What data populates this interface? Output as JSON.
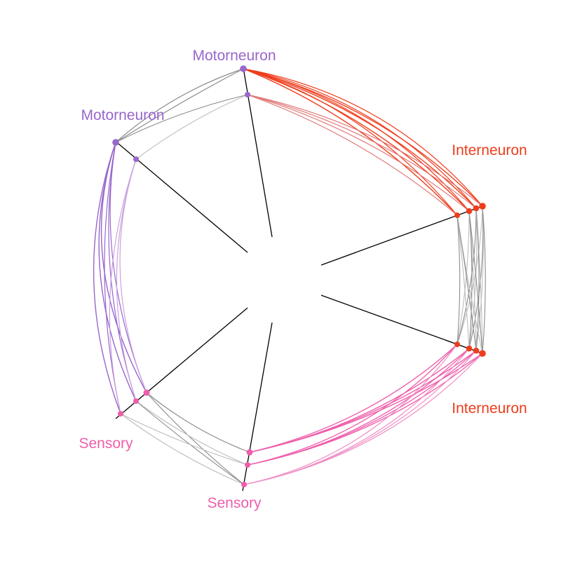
{
  "labels": {
    "motor_a": "Motorneuron",
    "motor_b": "Motorneuron",
    "inter_a": "Interneuron",
    "inter_b": "Interneuron",
    "sensory_a": "Sensory",
    "sensory_b": "Sensory"
  },
  "colors": {
    "motor": "#9966cc",
    "motor_light": "#c9a2de",
    "inter": "#ee3d1c",
    "inter_light": "#e27a7a",
    "sensory": "#ee5fab",
    "sensory_light": "#f08fc6",
    "axis": "#000000",
    "link_dark": "#8c8c8c",
    "link_light": "#bdbdbd"
  },
  "chart_data": {
    "type": "hive",
    "axes": [
      {
        "id": "motor_a",
        "group": "Motorneuron"
      },
      {
        "id": "motor_b",
        "group": "Motorneuron"
      },
      {
        "id": "inter_a",
        "group": "Interneuron"
      },
      {
        "id": "inter_b",
        "group": "Interneuron"
      },
      {
        "id": "sensory_a",
        "group": "Sensory"
      },
      {
        "id": "sensory_b",
        "group": "Sensory"
      }
    ],
    "grid": false,
    "legend": "none"
  }
}
